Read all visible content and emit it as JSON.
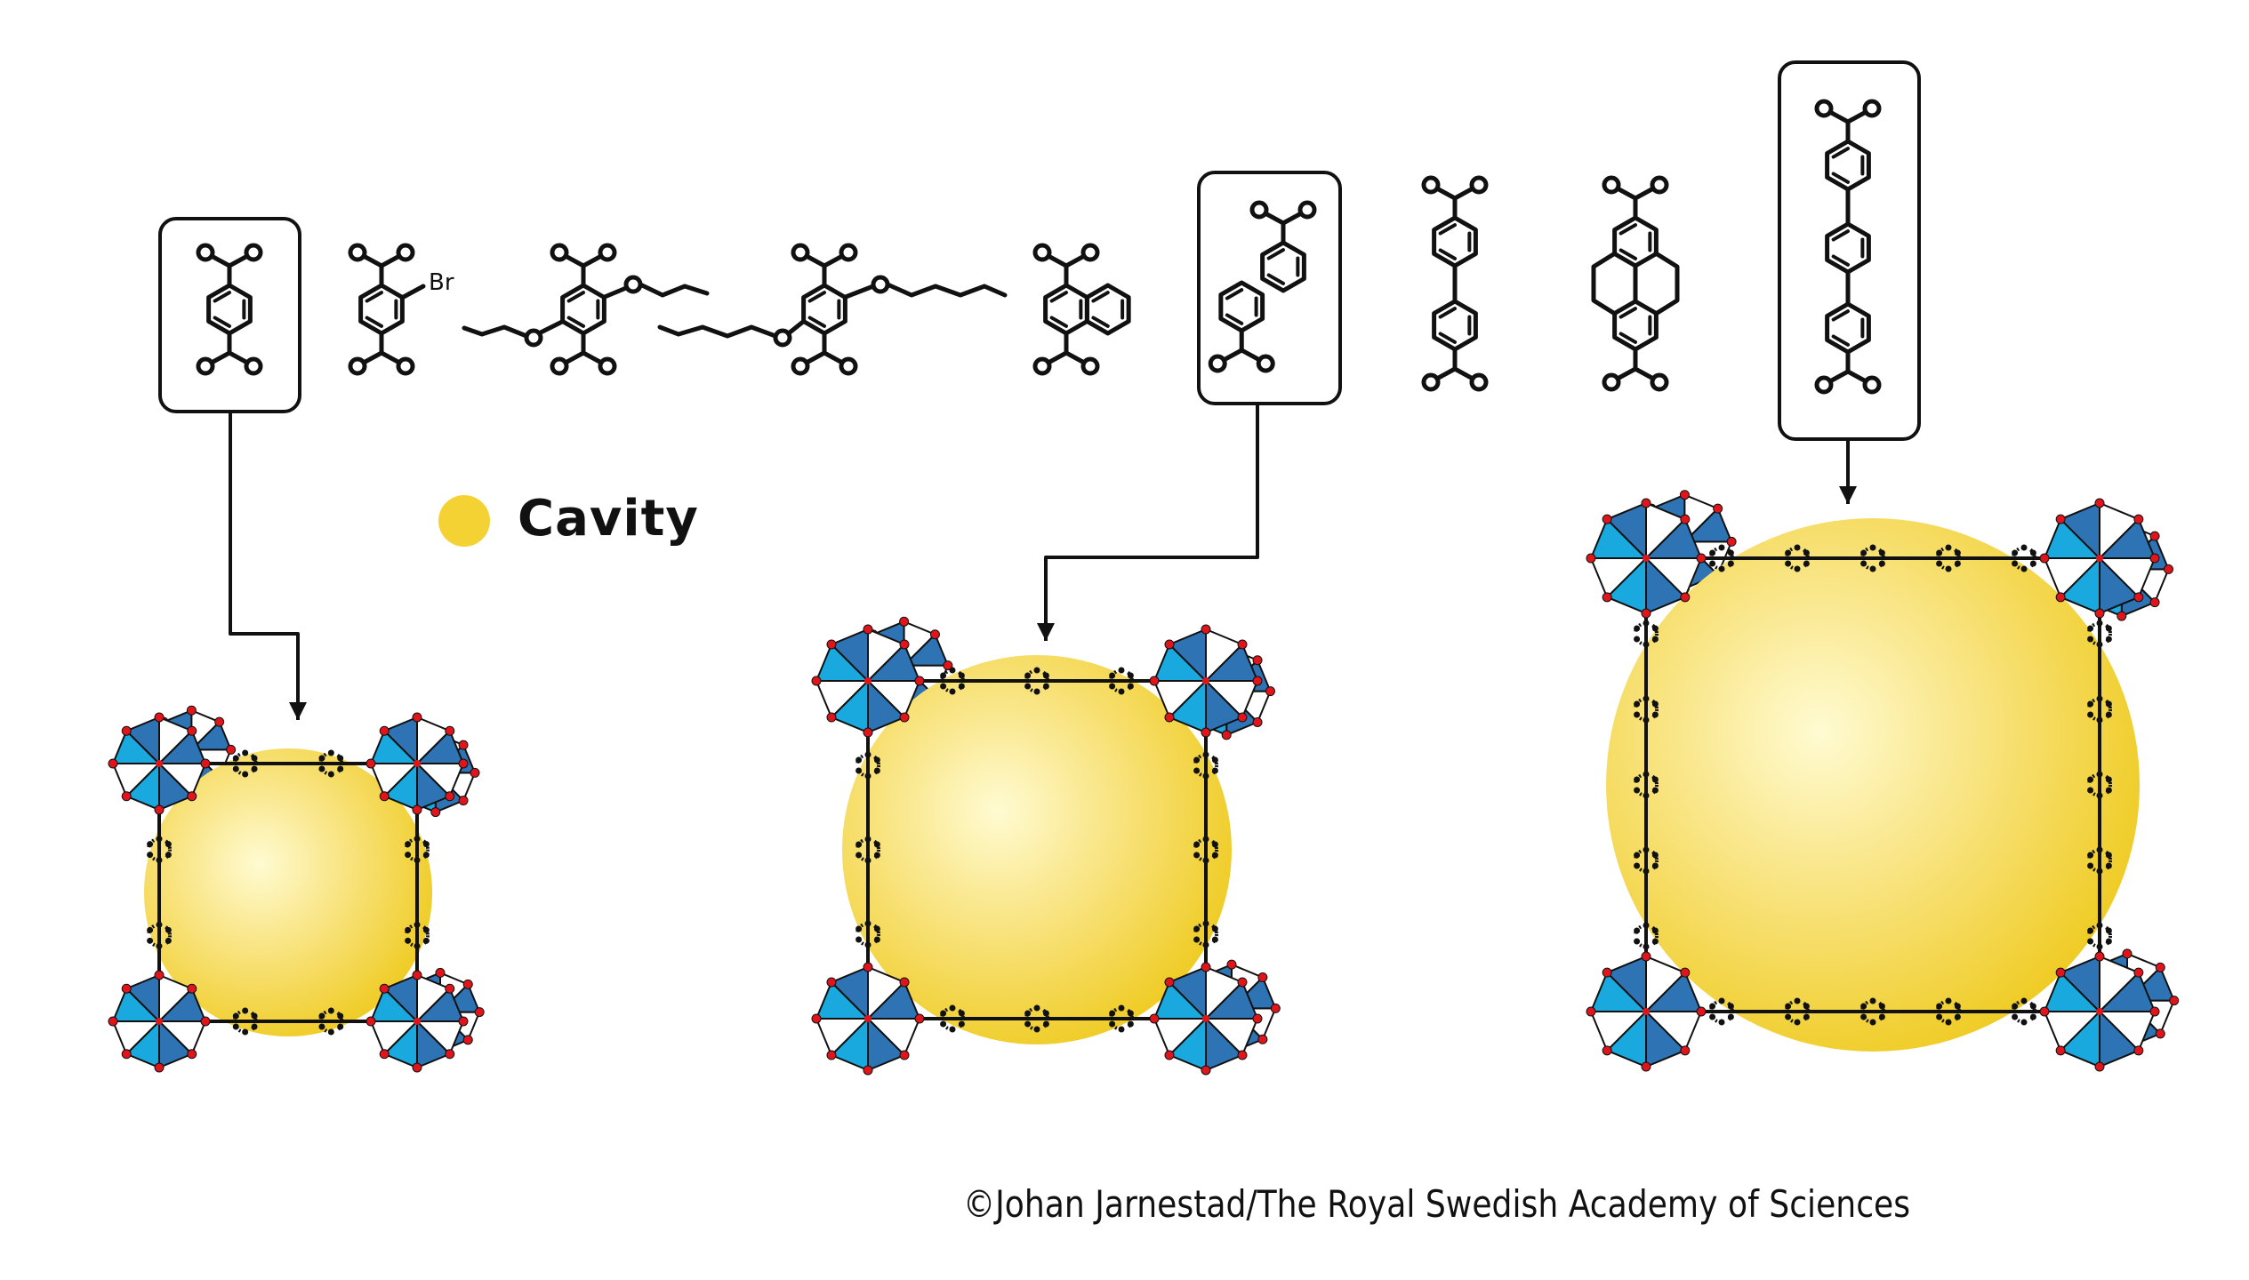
{
  "legend": {
    "label": "Cavity",
    "color": "#f5d234"
  },
  "linker_labels": {
    "bromo_substituent": "Br"
  },
  "credit": "©Johan Jarnestad/The Royal Swedish Academy of Sciences",
  "colors": {
    "cluster_dark": "#2e74b5",
    "cluster_light": "#19a9de",
    "oxygen": "#e0141b",
    "cavity_center": "#fff8c4",
    "cavity_edge": "#f0cf2a"
  }
}
